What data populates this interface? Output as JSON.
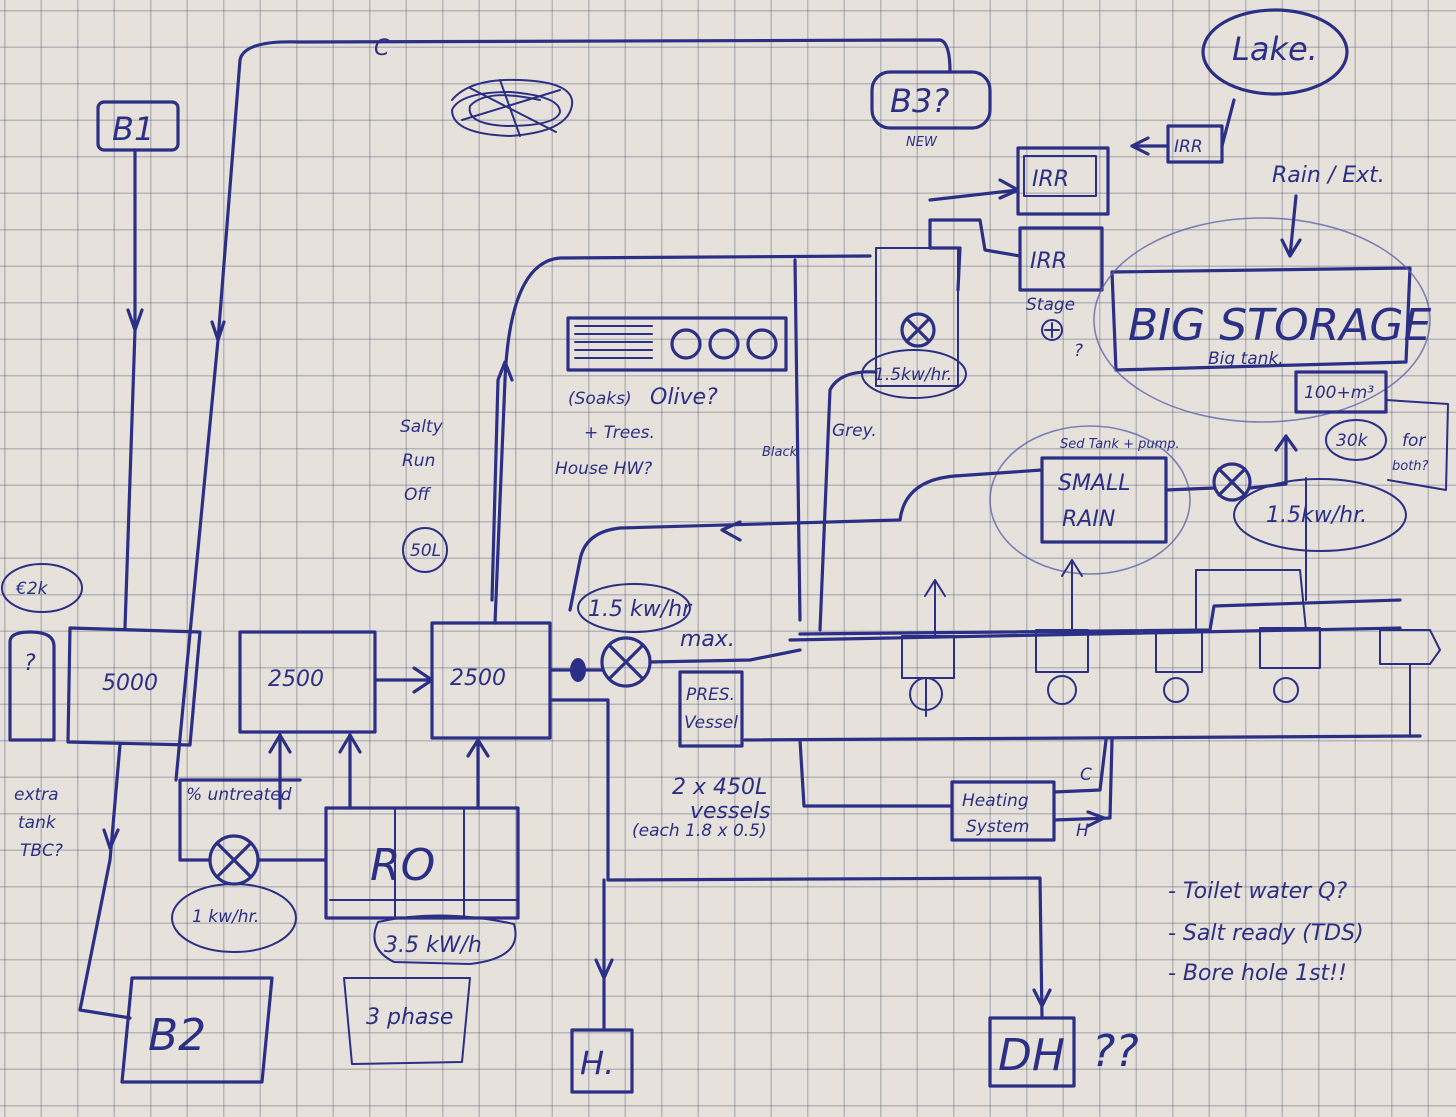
{
  "sources": {
    "b1": "B1",
    "b2": "B2",
    "b3": "B3?",
    "b3_note": "NEW",
    "lake": "Lake.",
    "rain": "Rain / Ext."
  },
  "tanks": {
    "main": "5000",
    "second": "2500",
    "third": "2500",
    "extra_unknown": "?",
    "extra_note_1": "extra",
    "extra_note_2": "tank",
    "extra_note_3": "TBC?",
    "cost_note": "€2k"
  },
  "ro": {
    "label": "RO",
    "power": "3.5 kW/h",
    "phase": "3 phase",
    "untreated": "% untreated",
    "pump_power": "1 kw/hr."
  },
  "pressure": {
    "pump": "1.5 kw/hr",
    "pump_note": "max.",
    "vessel_1": "PRES.",
    "vessel_2": "Vessel",
    "count": "2 x 450L",
    "count_2": "vessels",
    "dims": "(each 1.8 x 0.5)"
  },
  "irrigation": {
    "soaks": "(Soaks)",
    "olive": "Olive?",
    "trees": "+ Trees.",
    "house": "House HW?",
    "salty_1": "Salty",
    "salty_2": "Run",
    "salty_3": "Off",
    "salty_4": "50L",
    "black": "Black",
    "grey": "Grey.",
    "upper_pump": "1.5kw/hr.",
    "irr_1": "IRR",
    "irr_2": "IRR",
    "irr_3": "IRR",
    "irr_stage": "Stage",
    "irr_q": "?"
  },
  "storage": {
    "big": "BIG STORAGE",
    "big_sub": "Big tank.",
    "volume": "100+m³",
    "cost": "30k",
    "for_1": "for",
    "for_2": "both?",
    "small_1": "SMALL",
    "small_2": "RAIN",
    "septic": "Sed Tank + pump.",
    "pump": "1.5kw/hr."
  },
  "heating": {
    "label_1": "Heating",
    "label_2": "System",
    "cold": "C",
    "hot": "H"
  },
  "outputs": {
    "house": "H.",
    "dh": "DH",
    "dh_q": "??",
    "return_c": "C"
  },
  "todo": {
    "line_1": "- Toilet water Q?",
    "line_2": "- Salt ready (TDS)",
    "line_3": "- Bore hole 1st!!"
  },
  "colors": {
    "ink": "#2c2f86",
    "paper": "#e6e2db",
    "grid": "#464e6e"
  }
}
